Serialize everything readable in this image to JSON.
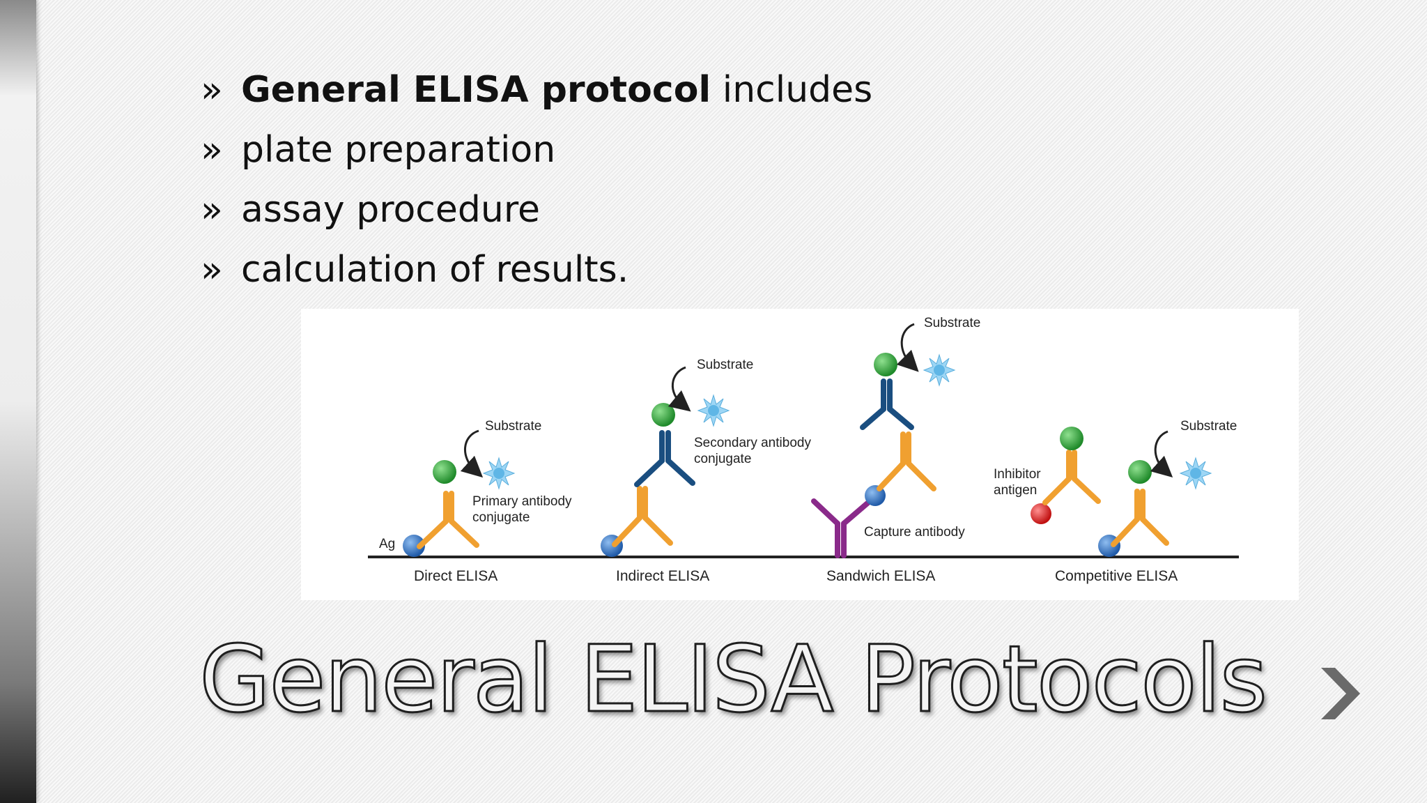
{
  "bullets": [
    {
      "bold": "General ELISA protocol",
      "text": " includes"
    },
    {
      "bold": "",
      "text": "plate preparation"
    },
    {
      "bold": "",
      "text": "assay procedure"
    },
    {
      "bold": "",
      "text": "calculation of results."
    }
  ],
  "bullet_symbol": "»",
  "diagram": {
    "ag_label": "Ag",
    "direct": {
      "caption": "Direct ELISA",
      "substrate": "Substrate",
      "conjugate_line1": "Primary antibody",
      "conjugate_line2": "conjugate"
    },
    "indirect": {
      "caption": "Indirect ELISA",
      "substrate": "Substrate",
      "conjugate_line1": "Secondary antibody",
      "conjugate_line2": "conjugate"
    },
    "sandwich": {
      "caption": "Sandwich ELISA",
      "substrate": "Substrate",
      "capture": "Capture antibody"
    },
    "competitive": {
      "caption": "Competitive ELISA",
      "substrate": "Substrate",
      "inhibitor_line1": "Inhibitor",
      "inhibitor_line2": "antigen"
    },
    "colors": {
      "primary_antibody": "#f0a030",
      "secondary_antibody": "#1a4e80",
      "capture_antibody": "#8a2a8a",
      "antigen": "#2e6fc0",
      "enzyme": "#2a9a3a",
      "inhibitor": "#e02020",
      "substrate": "#8fd0f0"
    }
  },
  "title": "General ELISA Protocols",
  "nav": {
    "next_icon": "chevron-right-icon"
  }
}
